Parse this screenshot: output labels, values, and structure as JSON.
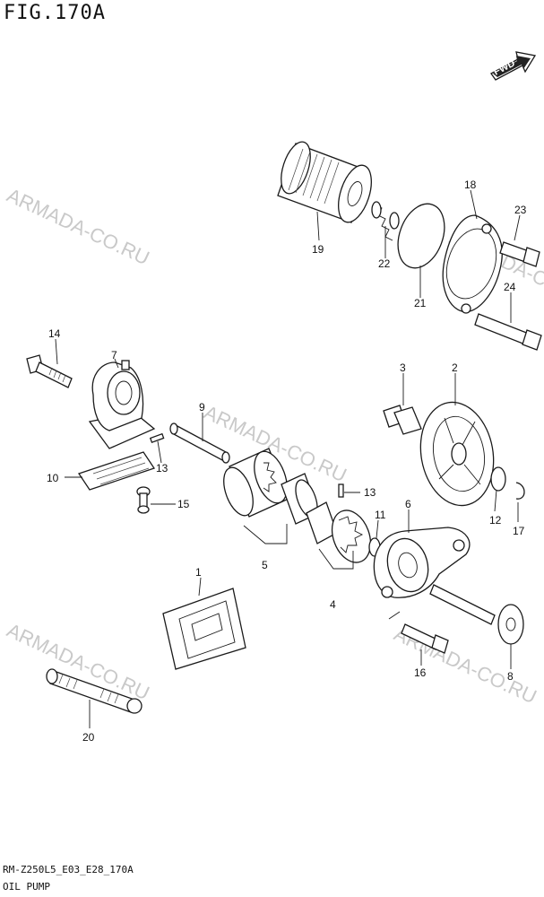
{
  "title": "FIG.170A",
  "fwd_label": "FWD",
  "footer": {
    "code": "RM-Z250L5_E03_E28_170A",
    "name": "OIL PUMP"
  },
  "watermarks": [
    "ARMADA-CO.RU",
    "ARMADA-CO.RU",
    "ARMADA-CO.RU",
    "ARMADA-CO.RU",
    "ARMADA-CO.RU"
  ],
  "callouts": [
    "1",
    "2",
    "3",
    "4",
    "5",
    "6",
    "7",
    "8",
    "9",
    "10",
    "11",
    "12",
    "13",
    "13",
    "14",
    "15",
    "16",
    "17",
    "18",
    "19",
    "20",
    "21",
    "22",
    "23",
    "24"
  ]
}
